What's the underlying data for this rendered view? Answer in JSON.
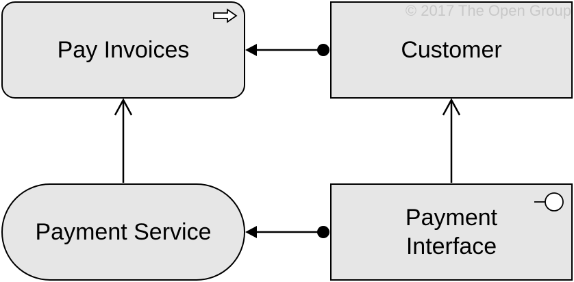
{
  "copyright": "© 2017 The Open Group",
  "nodes": {
    "pay_invoices": {
      "label": "Pay Invoices",
      "kind": "business-process",
      "icon": "process-arrow-icon"
    },
    "customer": {
      "label": "Customer",
      "kind": "business-role"
    },
    "payment_service": {
      "label": "Payment Service",
      "kind": "business-service"
    },
    "payment_interface": {
      "label": "Payment\nInterface",
      "kind": "business-interface",
      "icon": "interface-lollipop-icon"
    }
  },
  "edges": [
    {
      "from": "customer",
      "to": "pay_invoices",
      "type": "assignment"
    },
    {
      "from": "payment_interface",
      "to": "payment_service",
      "type": "assignment"
    },
    {
      "from": "payment_service",
      "to": "pay_invoices",
      "type": "serving"
    },
    {
      "from": "payment_interface",
      "to": "customer",
      "type": "serving"
    }
  ],
  "colors": {
    "node_fill": "#e6e6e6",
    "stroke": "#000000",
    "copyright": "#c8c8c8"
  }
}
